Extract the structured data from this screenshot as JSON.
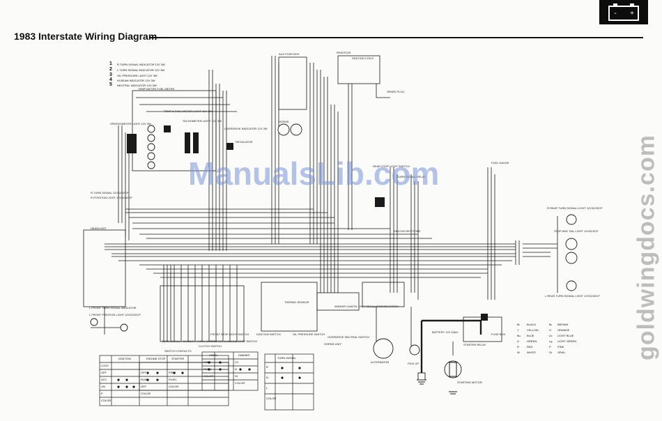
{
  "page": {
    "title": "1983 Interstate Wiring Diagram",
    "watermark": "ManualsLib.com",
    "side_mark": "goldwingdocs.com",
    "battery_icon": "battery-icon"
  },
  "legend": [
    {
      "num": "1",
      "text": "R.TURN SIGNAL INDICATOR  12V 3W"
    },
    {
      "num": "2",
      "text": "L.TURN SIGNAL INDICATOR  12V 3W"
    },
    {
      "num": "3",
      "text": "OIL PRESSURE LIGHT  12V 3W"
    },
    {
      "num": "4",
      "text": "HI BEAM INDICATOR  12V 3W"
    },
    {
      "num": "5",
      "text": "NEUTRAL INDICATOR  12V 3W"
    }
  ],
  "labels": {
    "temp_fuel_meter": "TEMP METER  FUEL METER",
    "temp_fuel_light": "TEMP & FUEL METER LIGHT 12V 3W",
    "speedometer_light": "SPEEDOMETER LIGHT 12V 3W",
    "tachometer_light": "TACHOMETER LIGHT 12V 3W",
    "overdrive": "OVERDRIVE INDICATOR 12V 3W",
    "regulator": "REGULATOR",
    "fuse_box": "AUX FUSE BOX",
    "resistor": "RESISTOR",
    "ignition_coils": "IGNITION COILS",
    "spark_plugs": "SPARK PLUG",
    "horns": "HORNS",
    "rear_stop_switch": "REAR STOP LIGHT SWITCH",
    "turn_relay": "TURN SIGNAL RELAY",
    "silicon_rectifier": "SILICON RECTIFIER",
    "fuel_gauge": "FUEL GAUGE",
    "r_turn_front": "R.TURN SIGNAL 12V32/32CP",
    "r_position": "R.POSITION LIGHT 12V32/32CP",
    "r_rear_turn": "R.REAR TURN SIGNAL LIGHT 12V32/32CP",
    "stop_tail": "STOP AND TAIL LIGHT 12V32/3CP",
    "l_rear_turn": "L.REAR TURN SIGNAL LIGHT 12V32/32CP",
    "l_front_turn": "L.FRONT TURN SIGNAL INDICATOR",
    "l_position": "L.FRONT POSITION LIGHT 12V32/32CP",
    "headlight": "HEADLIGHT",
    "turn_dimmer_horn": "TURN SIGNAL • DIMMER • HORN SWITCH",
    "clutch_switch": "CLUTCH SWITCH",
    "starter_stop_switch": "STARTER & ENGINE STOP SWITCH",
    "front_stop_switch": "FRONT STOP LIGHT SWITCH",
    "ignition_switch": "IGNITION SWITCH",
    "temp_sender": "THERMO SENSOR",
    "oil_pressure_switch": "OIL PRESSURE SWITCH",
    "neutral_switch": "OVERDRIVE NEUTRAL SWITCH",
    "horn_unit": "HORNS UNIT",
    "winker_cancel": "WINKER CANCEL UNIT",
    "reg_rectifier": "REGULATOR/RECTIFIER",
    "alternator": "ALTERNATOR",
    "pulse_gen": "PICK UP",
    "battery": "BATTERY 12V 20AH",
    "starter_relay": "STARTER RELAY",
    "starter_motor": "STARTING MOTOR",
    "fuse_box_main": "FUSE BOX",
    "switch_contacts": "SWITCH CONTACTS"
  },
  "color_code": [
    {
      "code": "Bl",
      "name": "BLACK",
      "code2": "Br",
      "name2": "BROWN"
    },
    {
      "code": "Y",
      "name": "YELLOW",
      "code2": "O",
      "name2": "ORANGE"
    },
    {
      "code": "Bu",
      "name": "BLUE",
      "code2": "Lb",
      "name2": "LIGHT BLUE"
    },
    {
      "code": "G",
      "name": "GREEN",
      "code2": "Lg",
      "name2": "LIGHT GREEN"
    },
    {
      "code": "R",
      "name": "RED",
      "code2": "P",
      "name2": "PINK"
    },
    {
      "code": "W",
      "name": "WHITE",
      "code2": "Gr",
      "name2": "GRAY"
    }
  ],
  "switch_tables": [
    {
      "name": "IGNITION",
      "rows": [
        "LOCK",
        "OFF",
        "ACC",
        "ON",
        "P",
        "COLOR"
      ]
    },
    {
      "name": "ENGINE STOP",
      "rows": [
        "OFF",
        "RUN",
        "OFF",
        "COLOR"
      ]
    },
    {
      "name": "STARTER",
      "rows": [
        "FREE",
        "PUSH",
        "COLOR"
      ]
    },
    {
      "name": "HORN",
      "rows": [
        "FREE",
        "PUSH",
        "COLOR"
      ]
    },
    {
      "name": "DIMMER",
      "rows": [
        "LO",
        "N",
        "HI",
        "COLOR"
      ]
    },
    {
      "name": "TURN SIGNAL",
      "rows": [
        "R",
        "N",
        "L",
        "COLOR"
      ]
    }
  ],
  "colors": {
    "ink": "#1a1a1a",
    "paper": "#fbfbfa",
    "watermark": "#7896d7",
    "side_mark": "#bdbdbd"
  }
}
